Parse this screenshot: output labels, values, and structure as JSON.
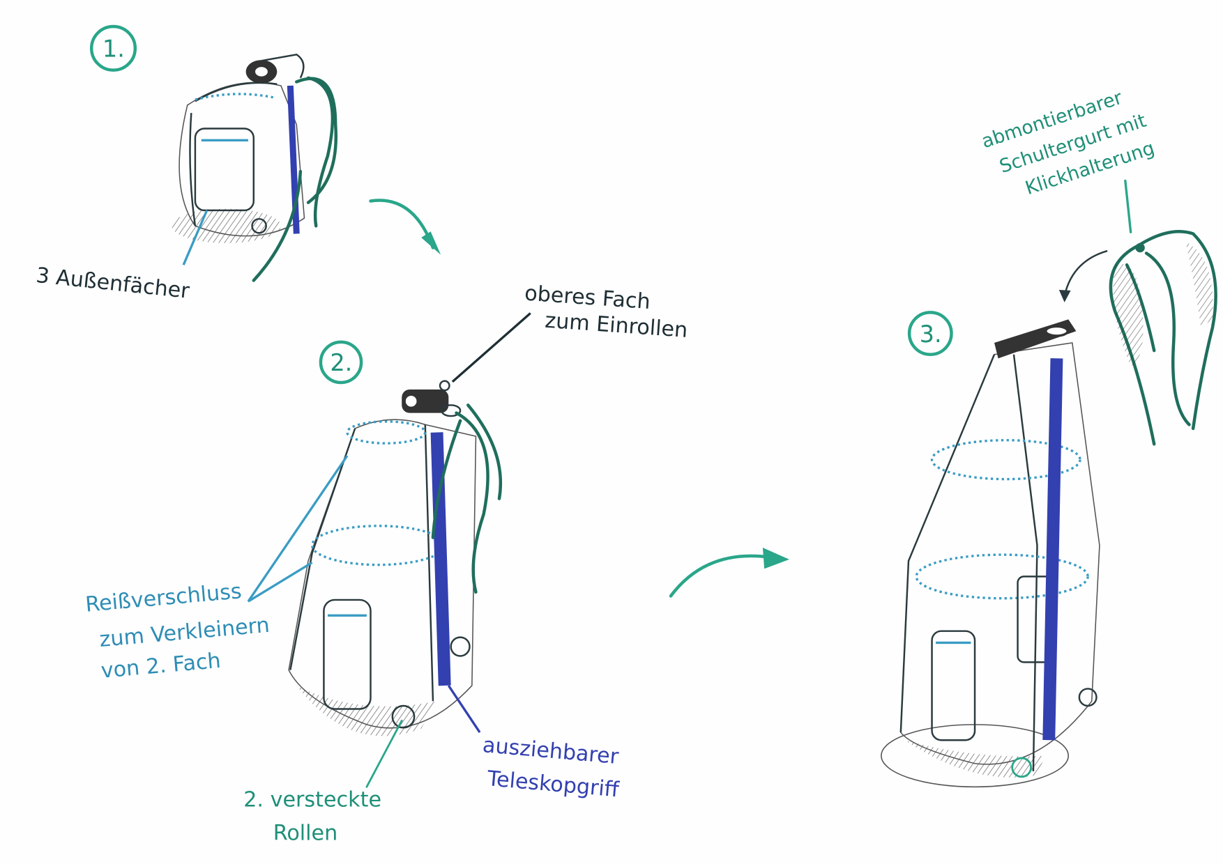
{
  "steps": [
    {
      "number": "1."
    },
    {
      "number": "2."
    },
    {
      "number": "3."
    }
  ],
  "annotations": {
    "outer_pockets": "3 Außenfächer",
    "top_compartment": [
      "oberes Fach",
      "zum Einrollen"
    ],
    "zipper": [
      "Reißverschluss",
      "zum Verkleinern",
      "von 2. Fach"
    ],
    "wheels": [
      "2. versteckte",
      "Rollen"
    ],
    "handle": [
      "ausziehbarer",
      "Teleskopgriff"
    ],
    "strap": [
      "abmontierbarer",
      "Schultergurt mit",
      "Klickhalterung"
    ]
  },
  "colors": {
    "teal": "#2aa68a",
    "blue": "#3a9cc4",
    "violet": "#3340b0",
    "dark": "#1e2e34"
  }
}
